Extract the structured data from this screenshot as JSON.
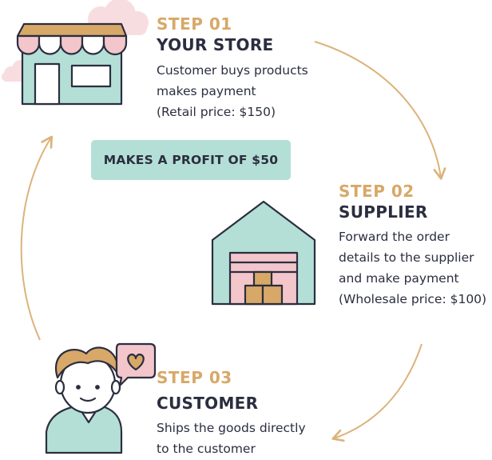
{
  "steps": [
    {
      "step": "STEP 01",
      "title": "YOUR STORE",
      "lines": [
        "Customer buys products",
        "makes payment",
        "(Retail price: $150)"
      ],
      "illustration": "store-icon"
    },
    {
      "step": "STEP 02",
      "title": "SUPPLIER",
      "lines": [
        "Forward the order",
        "details to the supplier",
        "and make payment",
        "(Wholesale price: $100)"
      ],
      "illustration": "warehouse-icon"
    },
    {
      "step": "STEP 03",
      "title": "CUSTOMER",
      "lines": [
        "Ships the goods directly",
        "to the customer"
      ],
      "illustration": "customer-icon"
    }
  ],
  "profit_badge": "MAKES A PROFIT OF $50",
  "colors": {
    "accent": "#d8a868",
    "mint": "#b4dfd6",
    "pink": "#f2c6cb",
    "dark": "#2b2e3f",
    "arrow": "#dcb37c"
  },
  "icons": [
    "store-icon",
    "warehouse-icon",
    "customer-icon",
    "heart-speech-bubble-icon",
    "cloud-icon",
    "arrow-icon"
  ]
}
